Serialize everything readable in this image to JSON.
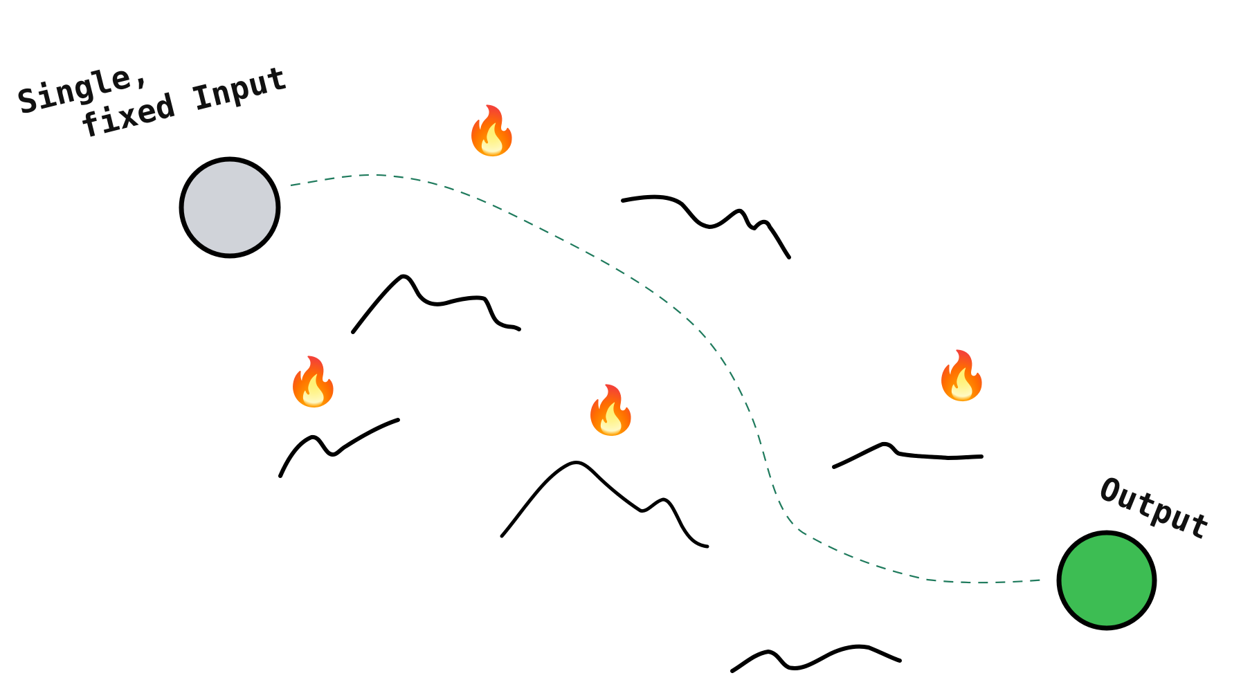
{
  "diagram": {
    "input_label_line1": "Single,",
    "input_label_line2": "fixed Input",
    "output_label": "Output",
    "fire_glyph": "🔥",
    "icons": [
      "fire-icon",
      "mountain-icon"
    ],
    "colors": {
      "input_fill": "#d0d3d9",
      "output_fill": "#3dbd53",
      "path": "#1e7a5c",
      "outline": "#000000"
    }
  }
}
